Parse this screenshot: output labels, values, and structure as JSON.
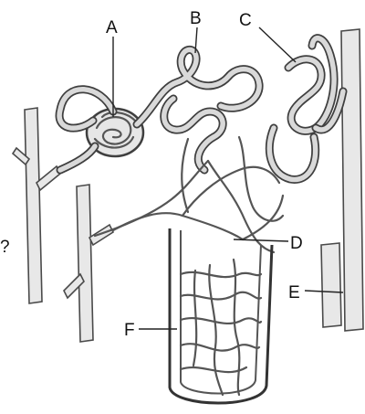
{
  "labels": {
    "a": "A",
    "b": "B",
    "c": "C",
    "d": "D",
    "e": "E",
    "f": "F",
    "question_mark": "?"
  }
}
